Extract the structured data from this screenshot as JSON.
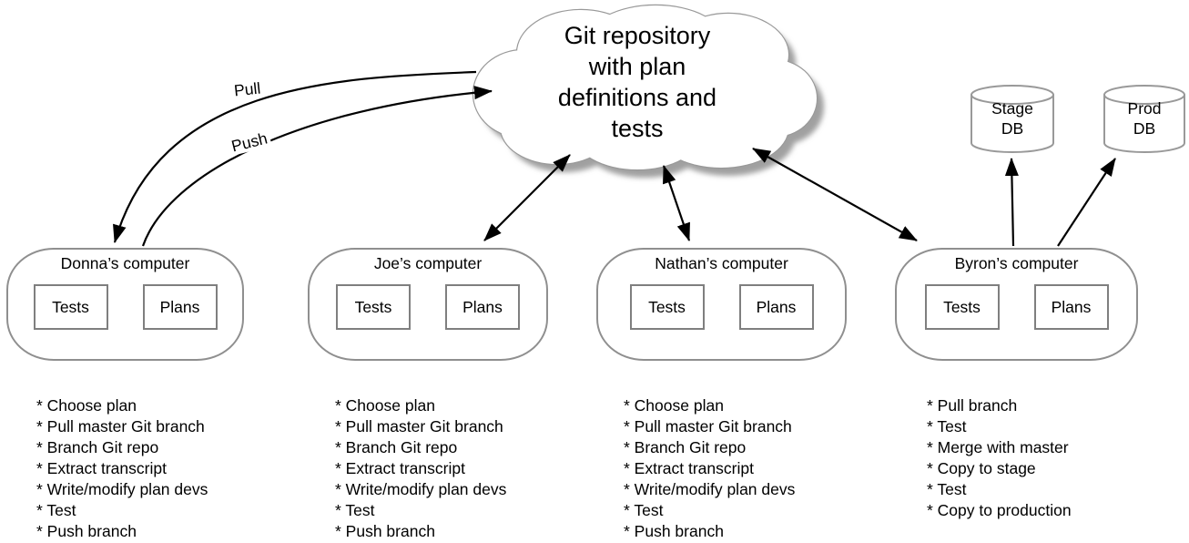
{
  "cloud": {
    "lines": [
      "Git repository",
      "with plan",
      "definitions and",
      "tests"
    ]
  },
  "edge_labels": {
    "pull": "Pull",
    "push": "Push"
  },
  "databases": [
    {
      "line1": "Stage",
      "line2": "DB"
    },
    {
      "line1": "Prod",
      "line2": "DB"
    }
  ],
  "computers": [
    {
      "title": "Donna’s computer",
      "tests_label": "Tests",
      "plans_label": "Plans",
      "tasks": [
        "* Choose plan",
        "* Pull master Git branch",
        "* Branch Git repo",
        "* Extract transcript",
        "* Write/modify plan devs",
        "* Test",
        "* Push branch"
      ]
    },
    {
      "title": "Joe’s computer",
      "tests_label": "Tests",
      "plans_label": "Plans",
      "tasks": [
        "* Choose plan",
        "* Pull master Git branch",
        "* Branch Git repo",
        "* Extract transcript",
        "* Write/modify plan devs",
        "* Test",
        "* Push branch"
      ]
    },
    {
      "title": "Nathan’s computer",
      "tests_label": "Tests",
      "plans_label": "Plans",
      "tasks": [
        "* Choose plan",
        "* Pull master Git branch",
        "* Branch Git repo",
        "* Extract transcript",
        "* Write/modify plan devs",
        "* Test",
        "* Push branch"
      ]
    },
    {
      "title": "Byron’s computer",
      "tests_label": "Tests",
      "plans_label": "Plans",
      "tasks": [
        "* Pull branch",
        "* Test",
        "* Merge with master",
        "* Copy to stage",
        "* Test",
        "* Copy to production"
      ]
    }
  ],
  "colors": {
    "background": "#ffffff",
    "text": "#000000",
    "arrow": "#000000",
    "node_outline": "#8f8f8f",
    "inner_box_outline": "#7f7f7f",
    "cloud_outline": "#999999",
    "cloud_shadow": "#a0a0a0"
  }
}
